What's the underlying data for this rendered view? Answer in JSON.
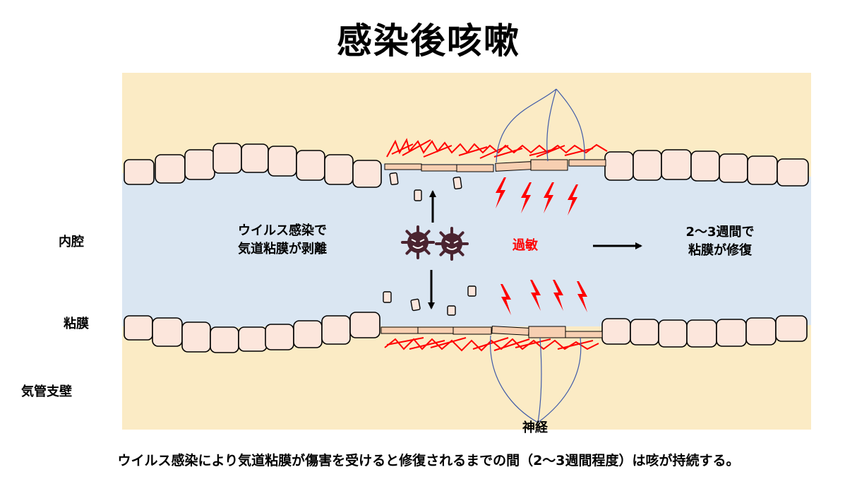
{
  "title": "感染後咳嗽",
  "labels": {
    "lumen": "内腔",
    "mucosa": "粘膜",
    "wall": "気管支壁",
    "nerve": "神経"
  },
  "center": {
    "infection_line1": "ウイルス感染で",
    "infection_line2": "気道粘膜が剥離",
    "hypersensitivity": "過敏",
    "repair_line1": "2～3週間で",
    "repair_line2": "粘膜が修復"
  },
  "caption": "ウイルス感染により気道粘膜が傷害を受けると修復されるまでの間（2～3週間程度）は咳が持続する。",
  "colors": {
    "wall_bg": "#fbebc5",
    "lumen": "#dae6f2",
    "cell_fill": "#fce6dc",
    "damaged_cell": "#f7cfb1",
    "inflammation": "#ff0000",
    "virus": "#4a2430",
    "nerve": "#3f5aa8"
  },
  "icons": [
    "virus-icon",
    "lightning-bolt-icon",
    "arrow-icon"
  ]
}
